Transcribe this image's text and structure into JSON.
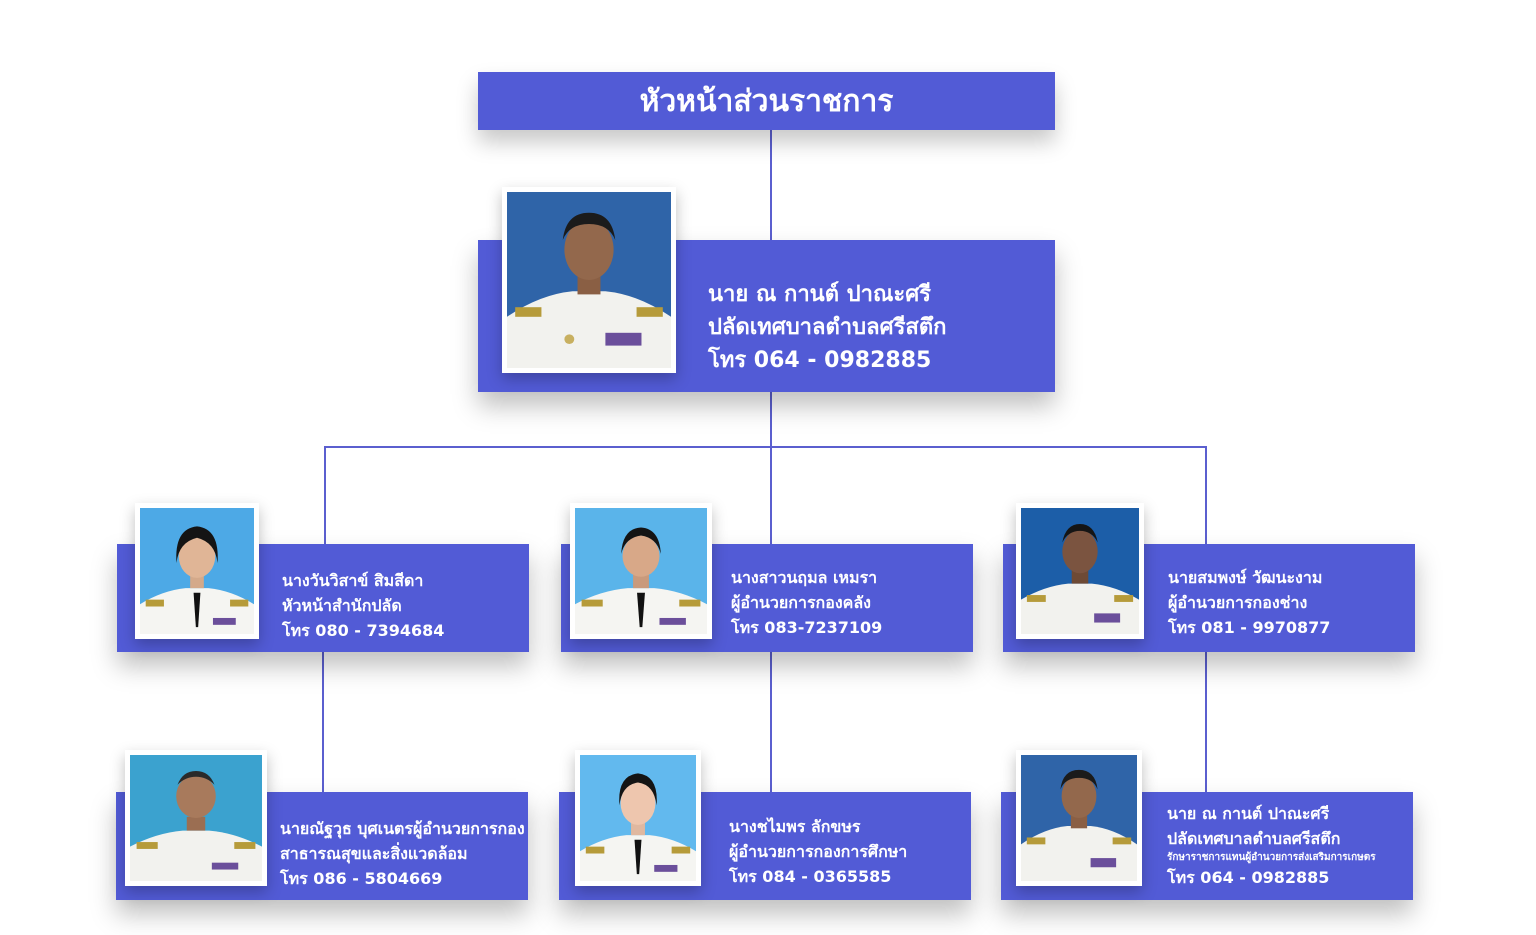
{
  "header": {
    "title": "หัวหน้าส่วนราชการ"
  },
  "colors": {
    "card": "#525bd6",
    "line": "#5b5fcf",
    "text": "#ffffff"
  },
  "head": {
    "name": "นาย ณ กานต์ ปาณะศรี",
    "position": "ปลัดเทศบาลตำบลศรีสตึก",
    "phone": "โทร 064 - 0982885"
  },
  "level2": [
    {
      "name": "นางวันวิสาข์ สิมสีดา",
      "position": "หัวหน้าสำนักปลัด",
      "phone": "โทร 080 - 7394684"
    },
    {
      "name": "นางสาวนฤมล เหมรา",
      "position": "ผู้อำนวยการกองคลัง",
      "phone": "โทร 083-7237109"
    },
    {
      "name": "นายสมพงษ์ วัฒนะงาม",
      "position": "ผู้อำนวยการกองช่าง",
      "phone": "โทร 081 - 9970877"
    }
  ],
  "level3": [
    {
      "name": "นายณัฐวุธ บุศเนตรผู้อำนวยการกอง",
      "position": "สาธารณสุขและสิ่งแวดล้อม",
      "phone": "โทร 086 - 5804669"
    },
    {
      "name": "นางชไมพร ลักขษร",
      "position": "ผู้อำนวยการกองการศึกษา",
      "phone": "โทร 084 - 0365585"
    },
    {
      "name": "นาย ณ กานต์ ปาณะศรี",
      "position": "ปลัดเทศบาลตำบลศรีสตึก",
      "note": "รักษาราชการแทนผู้อำนวยการส่งเสริมการเกษตร",
      "phone": "โทร 064 - 0982885"
    }
  ]
}
